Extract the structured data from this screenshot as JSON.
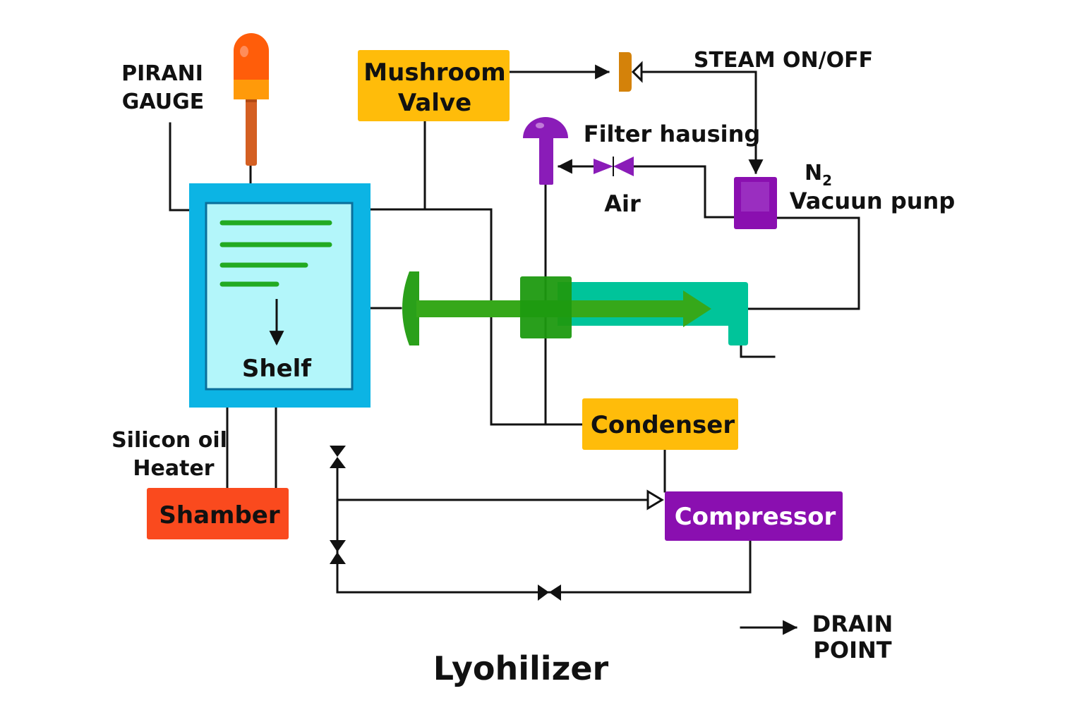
{
  "title": "Lyohilizer",
  "colors": {
    "chamber_outer": "#0cb4e4",
    "chamber_inner": "#b3f6fa",
    "shelf_lines": "#22aa22",
    "box_yellow": "#ffbc0a",
    "box_purple": "#8a0fb0",
    "box_red": "#fa4a1e",
    "gauge_top": "#ff5d0a",
    "gauge_band": "#ff9a0a",
    "gauge_stem": "#d45f22",
    "steam_valve": "#d4820a",
    "filter": "#8a1cb8",
    "condenser_tube": "#00c49a",
    "plunger": "#2aa01a",
    "line": "#111111"
  },
  "labels": {
    "pirani_gauge": [
      "PIRANI",
      "GAUGE"
    ],
    "mushroom_valve": [
      "Mushroom",
      "Valve"
    ],
    "steam": "STEAM ON/OFF",
    "filter_housing": "Filter hausing",
    "air": "Air",
    "n2": "N",
    "n2_sub": "2",
    "vacuum_pump": "Vacuun punp",
    "shelf": "Shelf",
    "silicon_oil_heater": [
      "Silicon oil",
      "Heater"
    ],
    "shamber": "Shamber",
    "condenser": "Condenser",
    "compressor": "Compressor",
    "drain_point": [
      "DRAIN",
      "POINT"
    ]
  }
}
